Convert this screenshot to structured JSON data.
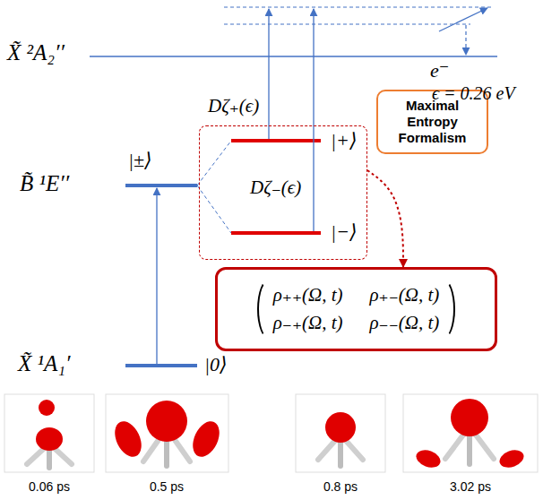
{
  "diagram": {
    "nodes": [
      {
        "text": [
          "|+⟩",
          "Dζ₋(ϵ)",
          "|−⟩"
        ]
      },
      {
        "text": [
          "Maximal Entropy Formalism"
        ]
      },
      {
        "text": [
          "ρ₊₊(Ω, t)",
          "ρ₊₋(Ω, t)",
          "ρ₋₊(Ω, t)",
          "ρ₋₋(Ω, t)"
        ]
      }
    ],
    "edges": [
      {
        "from": 0,
        "to": 2,
        "arrow": "to"
      }
    ],
    "labels": [
      "X̃ ²A₂′′",
      "e⁻",
      "ϵ = 0.26 eV",
      "Dζ₊(ϵ)",
      "B̃ ¹E′′",
      "|±⟩",
      "X̃ ¹A₁′",
      "|0⟩",
      "0.06 ps",
      "0.5 ps",
      "0.8 ps",
      "3.02 ps"
    ]
  }
}
